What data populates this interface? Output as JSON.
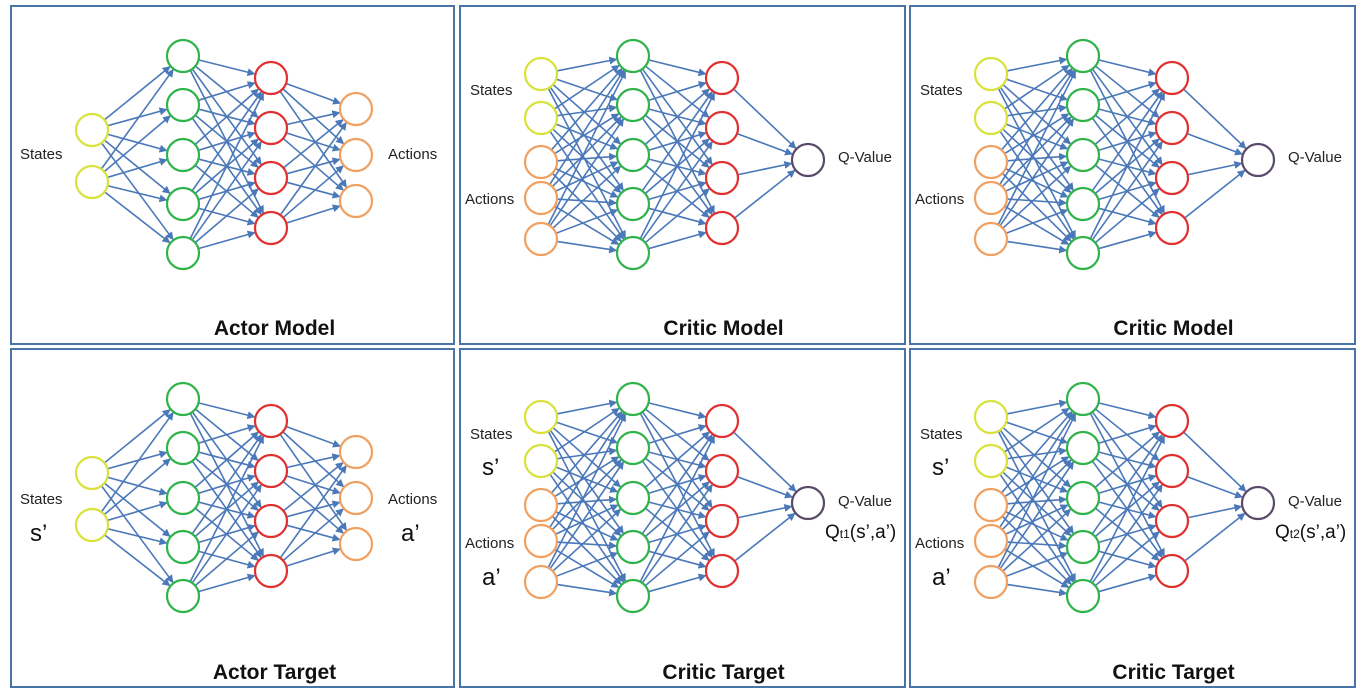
{
  "colors": {
    "border": "#4a74a8",
    "edge": "#4a78b8",
    "state_node": "#d8e23a",
    "action_node": "#f0a060",
    "hidden1_node": "#2fb34a",
    "hidden2_node": "#e03030",
    "q_node": "#5a4a6a"
  },
  "panels": [
    {
      "title": "Actor Model",
      "kind": "actor",
      "labels": {
        "states": "States",
        "actions": "Actions"
      }
    },
    {
      "title": "Critic Model",
      "kind": "critic",
      "labels": {
        "states": "States",
        "actions": "Actions",
        "q_value": "Q-Value"
      }
    },
    {
      "title": "Critic Model",
      "kind": "critic",
      "labels": {
        "states": "States",
        "actions": "Actions",
        "q_value": "Q-Value"
      }
    },
    {
      "title": "Actor Target",
      "kind": "actor",
      "labels": {
        "states": "States",
        "actions": "Actions",
        "s_sym": "s’",
        "a_sym": "a’"
      }
    },
    {
      "title": "Critic Target",
      "kind": "critic",
      "labels": {
        "states": "States",
        "actions": "Actions",
        "q_value": "Q-Value",
        "s_sym": "s’",
        "a_sym": "a’",
        "q_main": "Q",
        "q_sub": "t1",
        "q_args": "(s’,a’)"
      }
    },
    {
      "title": "Critic Target",
      "kind": "critic",
      "labels": {
        "states": "States",
        "actions": "Actions",
        "q_value": "Q-Value",
        "s_sym": "s’",
        "a_sym": "a’",
        "q_main": "Q",
        "q_sub": "t2",
        "q_args": "(s’,a’)"
      }
    }
  ]
}
